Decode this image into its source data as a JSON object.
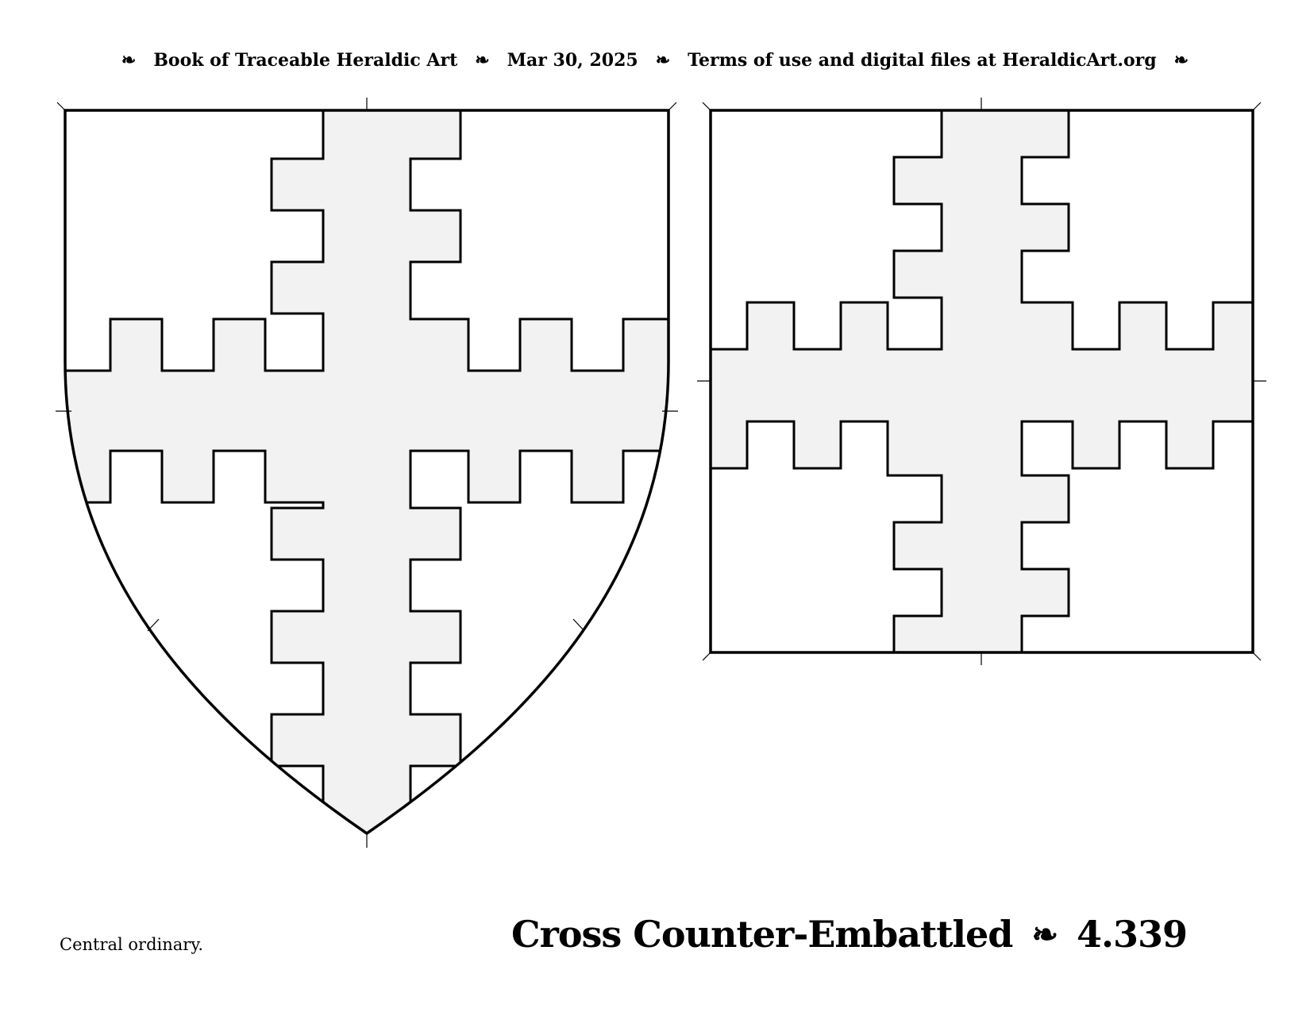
{
  "header": {
    "ornament": "❧",
    "book_title": "Book of Traceable Heraldic Art",
    "date": "Mar 30, 2025",
    "terms": "Terms of use and digital files at HeraldicArt.org"
  },
  "footer": {
    "category": "Central ordinary.",
    "plate_title": "Cross Counter-Embattled",
    "ornament": "❧",
    "plate_number": "4.339"
  },
  "colors": {
    "line": "#000000",
    "charge_fill": "#f2f2f2",
    "field": "#ffffff"
  }
}
